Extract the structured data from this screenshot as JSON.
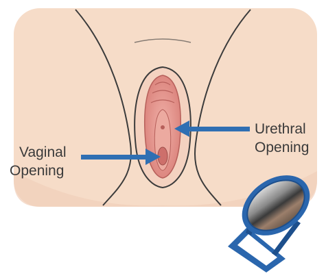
{
  "diagram": {
    "labels": {
      "urethral_line1": "Urethral",
      "urethral_line2": "Opening",
      "vaginal_line1": "Vaginal",
      "vaginal_line2": "Opening"
    },
    "colors": {
      "skin": "#f6dcc8",
      "skin_shadow": "#efc9b0",
      "outline": "#3b3b3b",
      "inner_pink": "#e89a92",
      "inner_dark": "#cd6f6b",
      "arrow": "#2f6fb3",
      "mirror_frame": "#2a66ad",
      "mirror_frame_dark": "#1d4f8c"
    },
    "icons": {
      "arrow_urethral": "arrow-left",
      "arrow_vaginal": "arrow-right",
      "mirror": "hand-mirror-icon"
    }
  }
}
